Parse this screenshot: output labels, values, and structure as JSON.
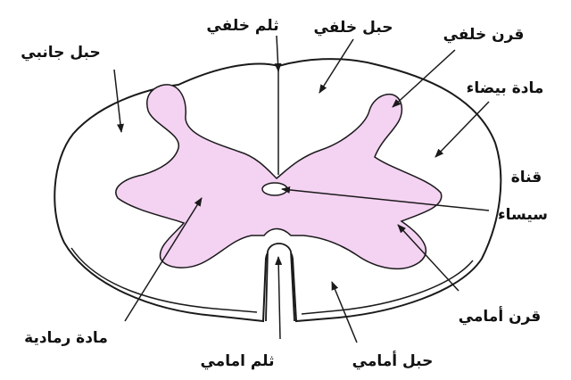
{
  "labels": {
    "posterior_sulcus": "ثلم خلفي",
    "posterior_column": "حبل خلفي",
    "posterior_horn": "قرن خلفي",
    "lateral_column": "حبل جانبي",
    "white_matter": "مادة بيضاء",
    "central_canal_line1": "قناة",
    "central_canal_line2": "سيساء",
    "anterior_horn": "قرن أمامي",
    "gray_matter": "مادة رمادية",
    "anterior_fissure": "ثلم امامي",
    "anterior_column": "حبل أمامي"
  },
  "colors": {
    "gray_matter_fill": "#f4d2f2",
    "outline": "#1a1a1a",
    "background": "#ffffff"
  }
}
